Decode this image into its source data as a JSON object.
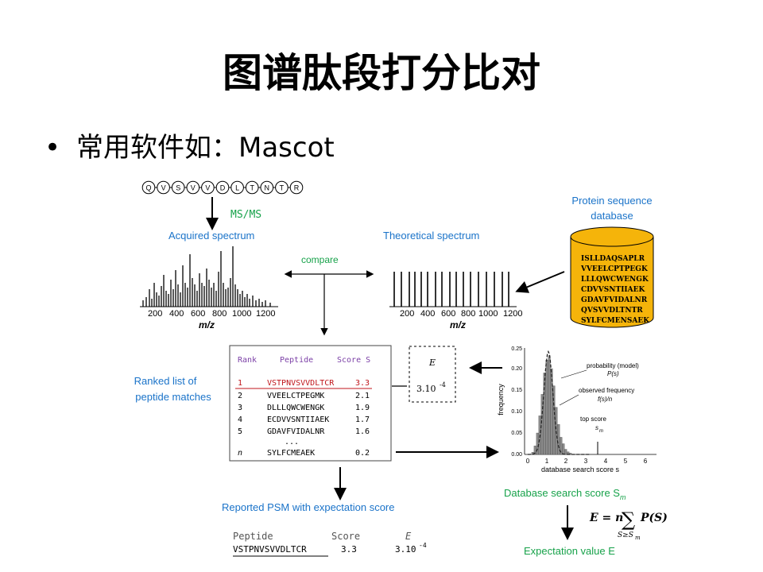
{
  "slide": {
    "title": "图谱肽段打分比对",
    "bullet": "•",
    "bullet_text": "常用软件如：Mascot"
  },
  "figure": {
    "peptide_residues": [
      "Q",
      "V",
      "S",
      "V",
      "V",
      "D",
      "L",
      "T",
      "N",
      "T",
      "R"
    ],
    "ms_label": "MS/MS",
    "acquired_label": "Acquired spectrum",
    "theoretical_label": "Theoretical spectrum",
    "compare_label": "compare",
    "db_label_line1": "Protein sequence",
    "db_label_line2": "database",
    "db_sequences": [
      "ISLLDAQSAPLR",
      "VVEELCPTPEGK",
      "LLLQWCWENGK",
      "CDVVSNTIIAEK",
      "GDAVFVIDALNR",
      "QVSVVDLTNTR",
      "SYLFCMENSAEK"
    ],
    "mz_ticks": [
      "200",
      "400",
      "600",
      "800",
      "1000",
      "1200"
    ],
    "mz_label": "m/z",
    "ranked_label_line1": "Ranked list of",
    "ranked_label_line2": "peptide matches",
    "table_headers": {
      "rank": "Rank",
      "peptide": "Peptide",
      "score": "Score S"
    },
    "table_rows": [
      {
        "rank": "1",
        "peptide": "VSTPNVSVVDLTCR",
        "score": "3.3"
      },
      {
        "rank": "2",
        "peptide": "VVEELCTPEGMK",
        "score": "2.1"
      },
      {
        "rank": "3",
        "peptide": "DLLLQWCWENGK",
        "score": "1.9"
      },
      {
        "rank": "4",
        "peptide": "ECDVVSNTIIAEK",
        "score": "1.7"
      },
      {
        "rank": "5",
        "peptide": "GDAVFVIDALNR",
        "score": "1.6"
      }
    ],
    "table_ellipsis": "...",
    "table_last": {
      "rank": "n",
      "peptide": "SYLFCMEAEK",
      "score": "0.2"
    },
    "e_box_label": "E",
    "e_box_value": "3.10",
    "e_box_exp": "-4",
    "hist_y_label": "frequency",
    "hist_x_label": "database search score s",
    "hist_y_ticks": [
      "0.00",
      "0.05",
      "0.10",
      "0.15",
      "0.20",
      "0.25"
    ],
    "hist_x_ticks": [
      "0",
      "1",
      "2",
      "3",
      "4",
      "5",
      "6"
    ],
    "hist_ann_model_1": "probability (model)",
    "hist_ann_model_2": "P(s)",
    "hist_ann_obs_1": "observed frequency",
    "hist_ann_obs_2": "f(s)/n",
    "hist_ann_top": "top score",
    "hist_ann_sm": "s",
    "hist_ann_sm_sub": "m",
    "db_score_label": "Database search score S",
    "db_score_sub": "m",
    "formula_lhs": "E = n",
    "formula_sigma": "∑",
    "formula_rhs": "P(S)",
    "formula_sub": "S≥S",
    "formula_sub_m": "m",
    "expectation_label": "Expectation value E",
    "reported_label": "Reported PSM with expectation score",
    "psm_headers": {
      "peptide": "Peptide",
      "score": "Score",
      "e": "E"
    },
    "psm_row": {
      "peptide": "VSTPNVSVVDLTCR",
      "score": "3.3",
      "e": "3.10",
      "e_exp": "-4"
    }
  },
  "colors": {
    "label_blue": "#1a73c9",
    "label_green": "#17a24a",
    "db_fill": "#f5b40a",
    "highlight_red": "#c0161b",
    "header_purple": "#7b3fa6"
  }
}
